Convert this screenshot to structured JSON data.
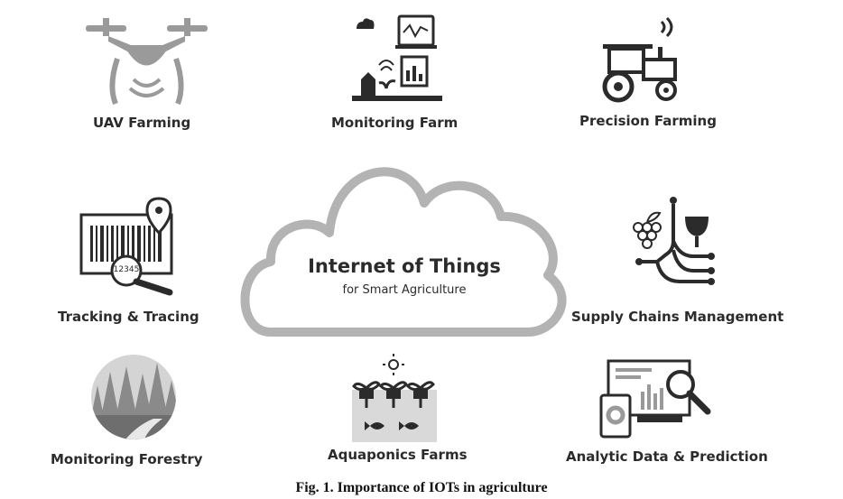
{
  "center": {
    "title": "Internet of Things",
    "subtitle": "for Smart Agriculture"
  },
  "items": {
    "uav": "UAV Farming",
    "monitoring_farm": "Monitoring Farm",
    "precision": "Precision Farming",
    "tracking": "Tracking & Tracing",
    "supply": "Supply Chains Management",
    "forestry": "Monitoring Forestry",
    "aquaponics": "Aquaponics Farms",
    "analytics": "Analytic Data & Prediction"
  },
  "barcode_number": "12345",
  "caption": "Fig. 1. Importance of IOTs in agriculture",
  "colors": {
    "icon": "#2b2b2b",
    "grey": "#9a9a9a",
    "light": "#d9d9d9"
  }
}
